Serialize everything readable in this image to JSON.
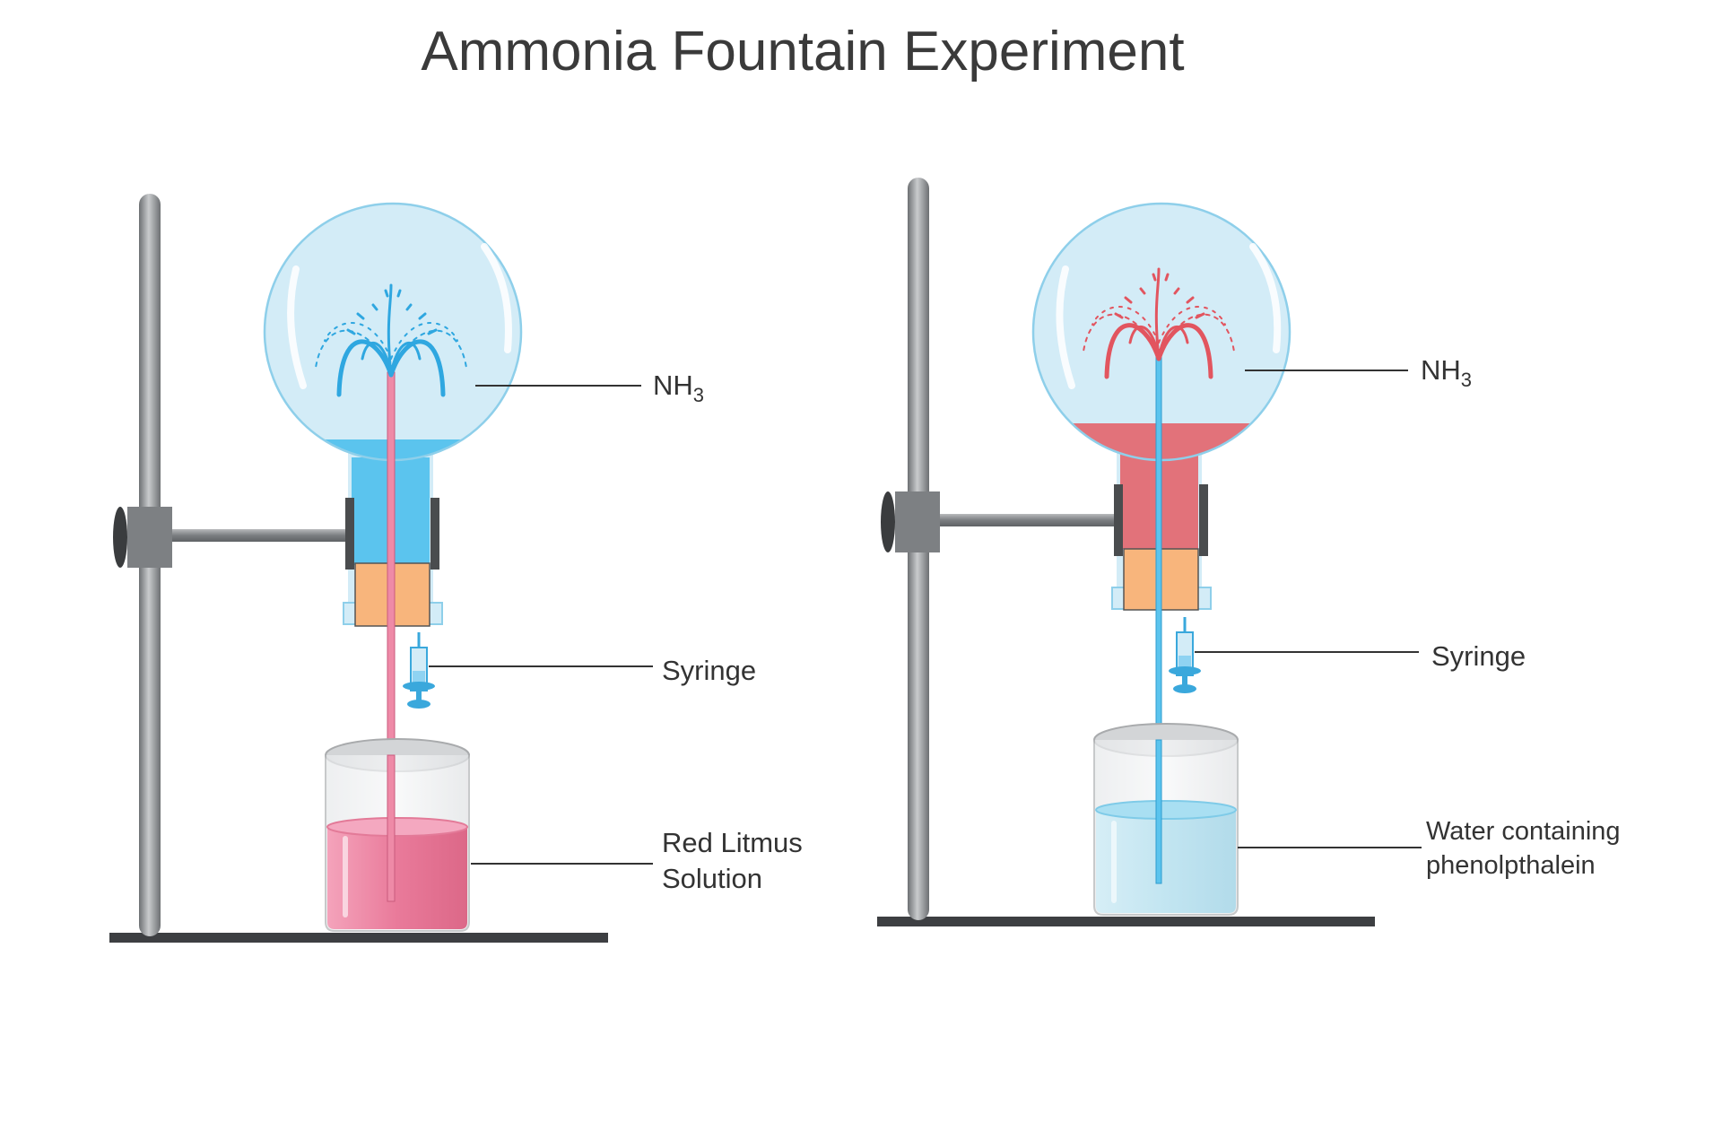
{
  "title": "Ammonia Fountain Experiment",
  "colors": {
    "flask_glass": "#d3ecf7",
    "flask_outline": "#8ecfea",
    "blue_liquid": "#5bc4ee",
    "red_liquid": "#e2727a",
    "pink_solution": "#ee8aa7",
    "pale_water": "#c4e6f1",
    "stopper": "#f8b57c",
    "stand_metal": "#8a8d90",
    "base": "#3d3f42"
  },
  "left_setup": {
    "gas_label": "NH",
    "gas_subscript": "3",
    "syringe_label": "Syringe",
    "solution_label_line1": "Red Litmus",
    "solution_label_line2": "Solution",
    "fountain_color": "blue"
  },
  "right_setup": {
    "gas_label": "NH",
    "gas_subscript": "3",
    "syringe_label": "Syringe",
    "solution_label_line1": "Water containing",
    "solution_label_line2": "phenolpthalein",
    "fountain_color": "red"
  }
}
